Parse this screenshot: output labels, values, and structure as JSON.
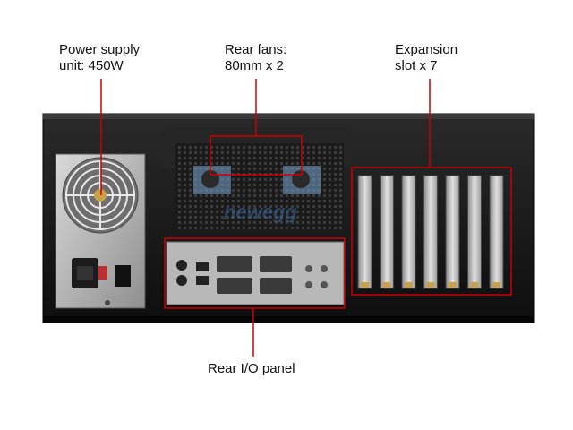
{
  "callouts": {
    "psu": {
      "line1": "Power supply",
      "line2": "unit: 450W"
    },
    "fans": {
      "line1": "Rear fans:",
      "line2": "80mm x 2"
    },
    "slots": {
      "line1": "Expansion",
      "line2": "slot x 7"
    },
    "io": {
      "text": "Rear I/O panel"
    }
  },
  "watermark": {
    "text": "newegg"
  },
  "colors": {
    "callout_red": "#cc0000",
    "chassis": "#1a1a1a"
  },
  "expansion_slot_count": 7
}
